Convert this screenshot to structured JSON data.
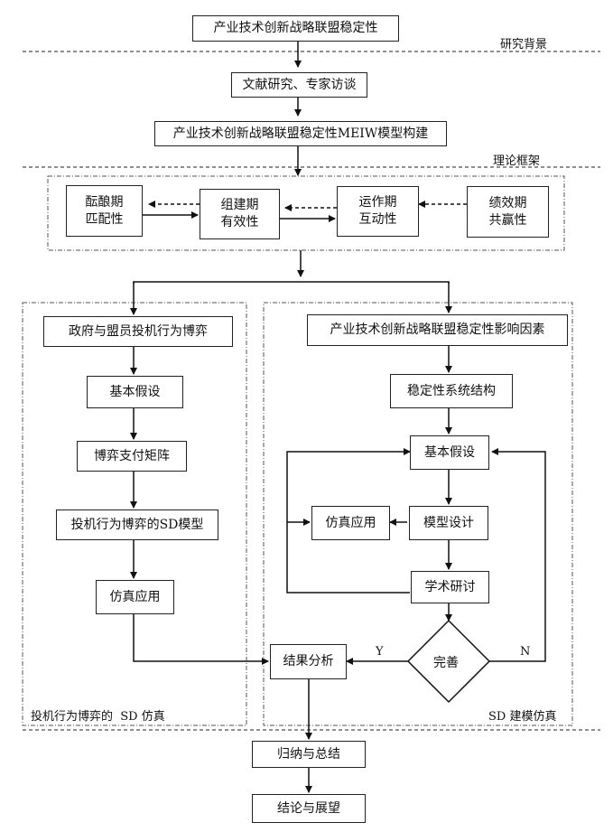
{
  "header": {
    "title": "产业技术创新战略联盟稳定性"
  },
  "sections": {
    "background": "研究背景",
    "framework": "理论框架"
  },
  "steps": {
    "lit_review": "文献研究、专家访谈",
    "meiw": "产业技术创新战略联盟稳定性MEIW模型构建"
  },
  "phases": {
    "incubation": "酝酿期\n匹配性",
    "formation": "组建期\n有效性",
    "operation": "运作期\n互动性",
    "performance": "绩效期\n共赢性"
  },
  "left_branch": {
    "game": "政府与盟员投机行为博弈",
    "assumption": "基本假设",
    "payoff": "博弈支付矩阵",
    "sd_model": "投机行为博弈的SD模型",
    "simulation": "仿真应用",
    "group_label": "投机行为博弈的  SD 仿真"
  },
  "right_branch": {
    "factors": "产业技术创新战略联盟稳定性影响因素",
    "structure": "稳定性系统结构",
    "assumption": "基本假设",
    "model_design": "模型设计",
    "simulation": "仿真应用",
    "seminar": "学术研讨",
    "decision": "完善",
    "yes": "Y",
    "no": "N",
    "group_label": "SD 建模仿真"
  },
  "results": {
    "analysis": "结果分析",
    "summary": "归纳与总结",
    "conclusion": "结论与展望"
  }
}
